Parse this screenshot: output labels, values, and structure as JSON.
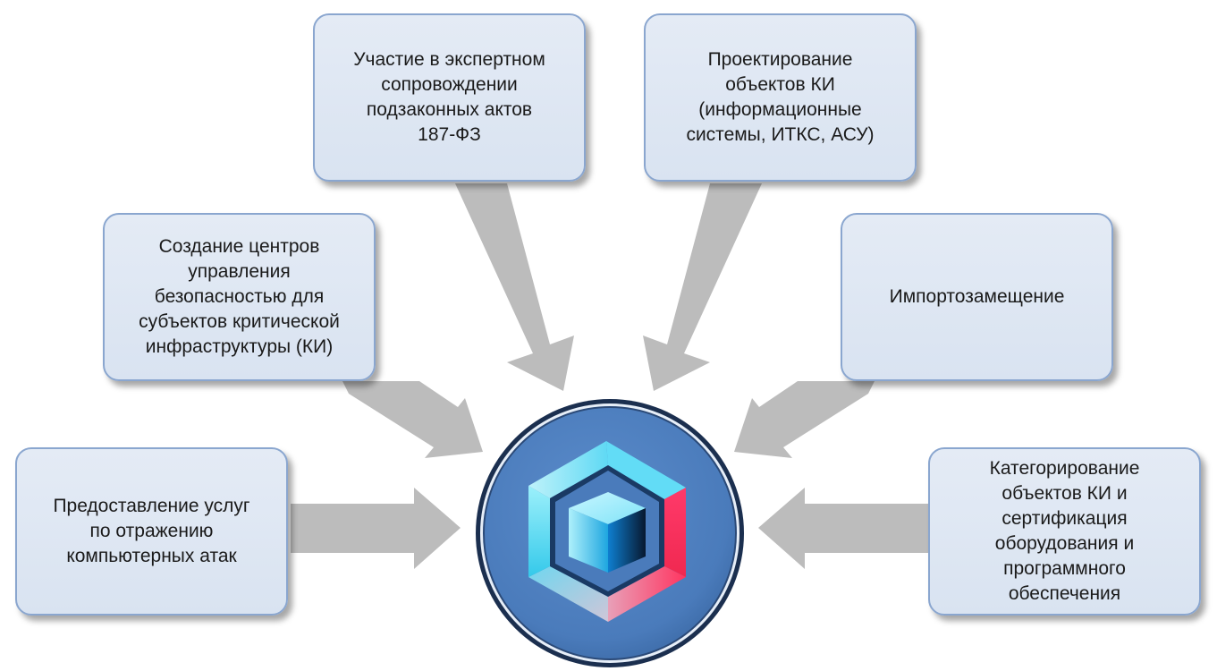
{
  "diagram": {
    "center_logo": "hexagon-cube-logo",
    "colors": {
      "box_fill": "#dde6f2",
      "box_border": "#8aa6cf",
      "arrow": "#bdbdbd",
      "circle": "#4f81bd",
      "circle_rim": "#1f3b63"
    },
    "boxes": {
      "participation": "Участие в экспертном\nсопровождении\nподзаконных актов\n187-ФЗ",
      "design": "Проектирование\nобъектов КИ\n(информационные\nсистемы, ИТКС, АСУ)",
      "soc": "Создание центров\nуправления\nбезопасностью для\nсубъектов критической\nинфраструктуры (КИ)",
      "import_substitution": "Импортозамещение",
      "services": "Предоставление услуг\nпо отражению\nкомпьютерных атак",
      "categorization": "Категорирование\nобъектов КИ и\nсертификация\nоборудования и\nпрограммного\nобеспечения"
    }
  }
}
